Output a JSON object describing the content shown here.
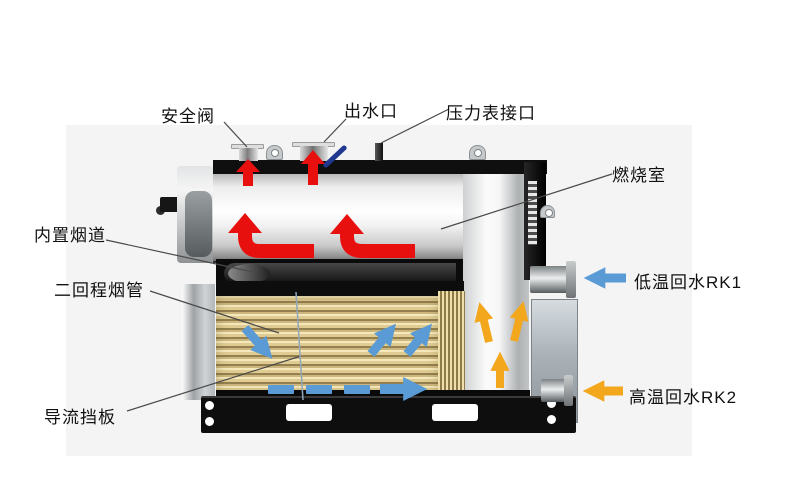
{
  "diagram": {
    "type": "hot-water-boiler-cutaway",
    "backdrop_color": "#f4f4f5"
  },
  "labels": {
    "safety_valve": "安全阀",
    "water_outlet": "出水口",
    "pressure_gauge_port": "压力表接口",
    "combustion_chamber": "燃烧室",
    "built_in_flue": "内置烟道",
    "second_pass_tubes": "二回程烟管",
    "flow_baffle": "导流挡板",
    "low_temp_return_rk1": "低温回水RK1",
    "high_temp_return_rk2": "高温回水RK2"
  },
  "colors": {
    "hot_gas_arrow": "#e8100e",
    "cool_water_arrow": "#5b9bd5",
    "warm_water_arrow": "#f2a71d",
    "leader_line": "#4a4a4a",
    "label_text": "#111111"
  }
}
